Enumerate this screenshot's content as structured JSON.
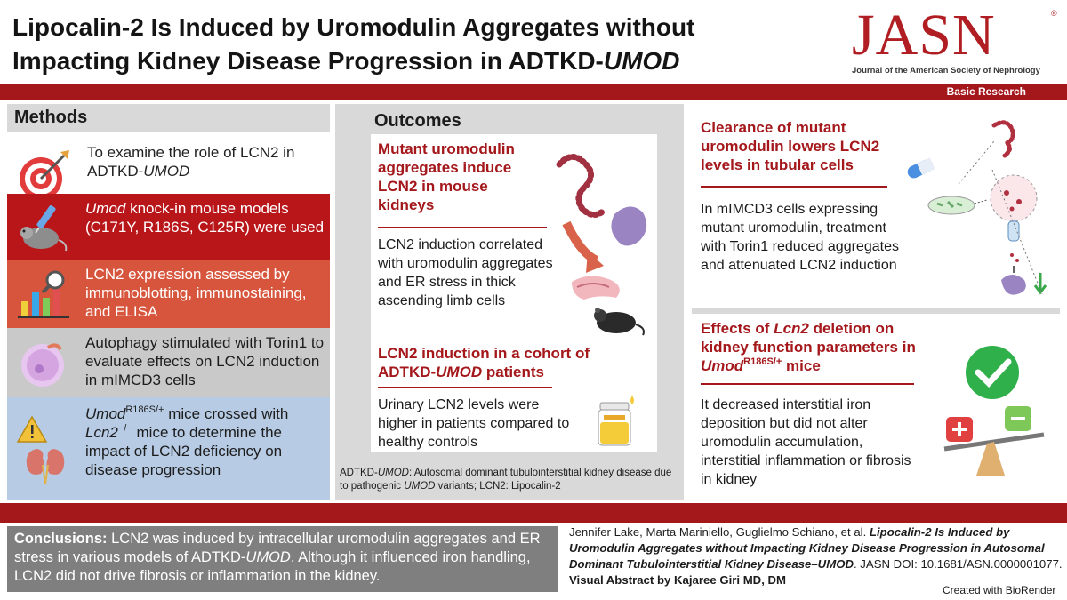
{
  "header": {
    "title_line1": "Lipocalin-2 Is Induced by Uromodulin Aggregates without",
    "title_line2_prefix": "Impacting Kidney Disease Progression in ADTKD-",
    "title_line2_italic": "UMOD",
    "logo_text": "JASN",
    "logo_reg": "®",
    "logo_subtitle": "Journal of the American Society of Nephrology",
    "section_label": "Basic Research"
  },
  "methods": {
    "heading": "Methods",
    "items": [
      {
        "icon": "target-icon",
        "parts": [
          "To examine the role of LCN2 in ADTKD-",
          "UMOD"
        ]
      },
      {
        "icon": "mouse-syringe-icon",
        "parts": [
          "Umod",
          " knock-in mouse models (C171Y, R186S, C125R) were used"
        ]
      },
      {
        "icon": "bar-chart-magnifier-icon",
        "text": "LCN2 expression assessed by immunoblotting, immunostaining, and ELISA"
      },
      {
        "icon": "autophagy-cell-icon",
        "text": "Autophagy stimulated with Torin1 to evaluate effects on LCN2 induction in mIMCD3 cells"
      },
      {
        "icon": "warning-kidney-icon",
        "parts": [
          "Umod",
          "R186S/+",
          " mice crossed with ",
          "Lcn2",
          "−/−",
          " mice to determine the impact of LCN2 deficiency on disease progression"
        ]
      }
    ]
  },
  "outcomes": {
    "heading": "Outcomes",
    "card1": {
      "title": "Mutant uromodulin aggregates induce LCN2 in mouse kidneys",
      "body": "LCN2 induction correlated with uromodulin aggregates and ER stress in thick ascending limb cells"
    },
    "card2": {
      "title_prefix": "LCN2 induction in a cohort of ADTKD-",
      "title_italic": "UMOD",
      "title_suffix": " patients",
      "body": "Urinary LCN2 levels were higher in patients compared to healthy controls"
    },
    "footnote": [
      "ADTKD-",
      "UMOD",
      ": Autosomal dominant tubulointerstitial kidney disease due to pathogenic ",
      "UMOD",
      " variants; LCN2: Lipocalin-2"
    ]
  },
  "right": {
    "card3": {
      "title": "Clearance of mutant uromodulin lowers LCN2 levels in tubular cells",
      "body": "In mIMCD3 cells expressing mutant uromodulin, treatment with Torin1 reduced aggregates and attenuated LCN2 induction"
    },
    "card4": {
      "title_parts": [
        "Effects of ",
        "Lcn2",
        " deletion on kidney function parameters in ",
        "Umod",
        "R186S/+",
        " mice"
      ],
      "body": "It decreased interstitial iron deposition but did not alter uromodulin accumulation, interstitial inflammation or fibrosis in kidney"
    }
  },
  "conclusions": {
    "label": "Conclusions:",
    "text_parts": [
      " LCN2 was induced by intracellular uromodulin aggregates and ER stress in various models of ADTKD-",
      "UMOD",
      ". Although it influenced iron handling, LCN2 did not drive fibrosis or inflammation in the kidney."
    ]
  },
  "citation": {
    "authors": "Jennifer Lake, Marta Mariniello, Guglielmo Schiano, et al. ",
    "article_title": "Lipocalin-2 Is Induced by Uromodulin Aggregates without Impacting Kidney Disease Progression in Autosomal Dominant Tubulointerstitial Kidney Disease–UMOD",
    "doi": ". JASN DOI: 10.1681/ASN.0000001077. ",
    "credit": "Visual Abstract by Kajaree Giri MD, DM"
  },
  "created_with": "Created with BioRender",
  "colors": {
    "brand_red": "#a4171b",
    "row_red": "#b9161a",
    "row_orange": "#d6553c",
    "row_blue": "#b7cbe4",
    "panel_gray": "#d9d9d9"
  }
}
